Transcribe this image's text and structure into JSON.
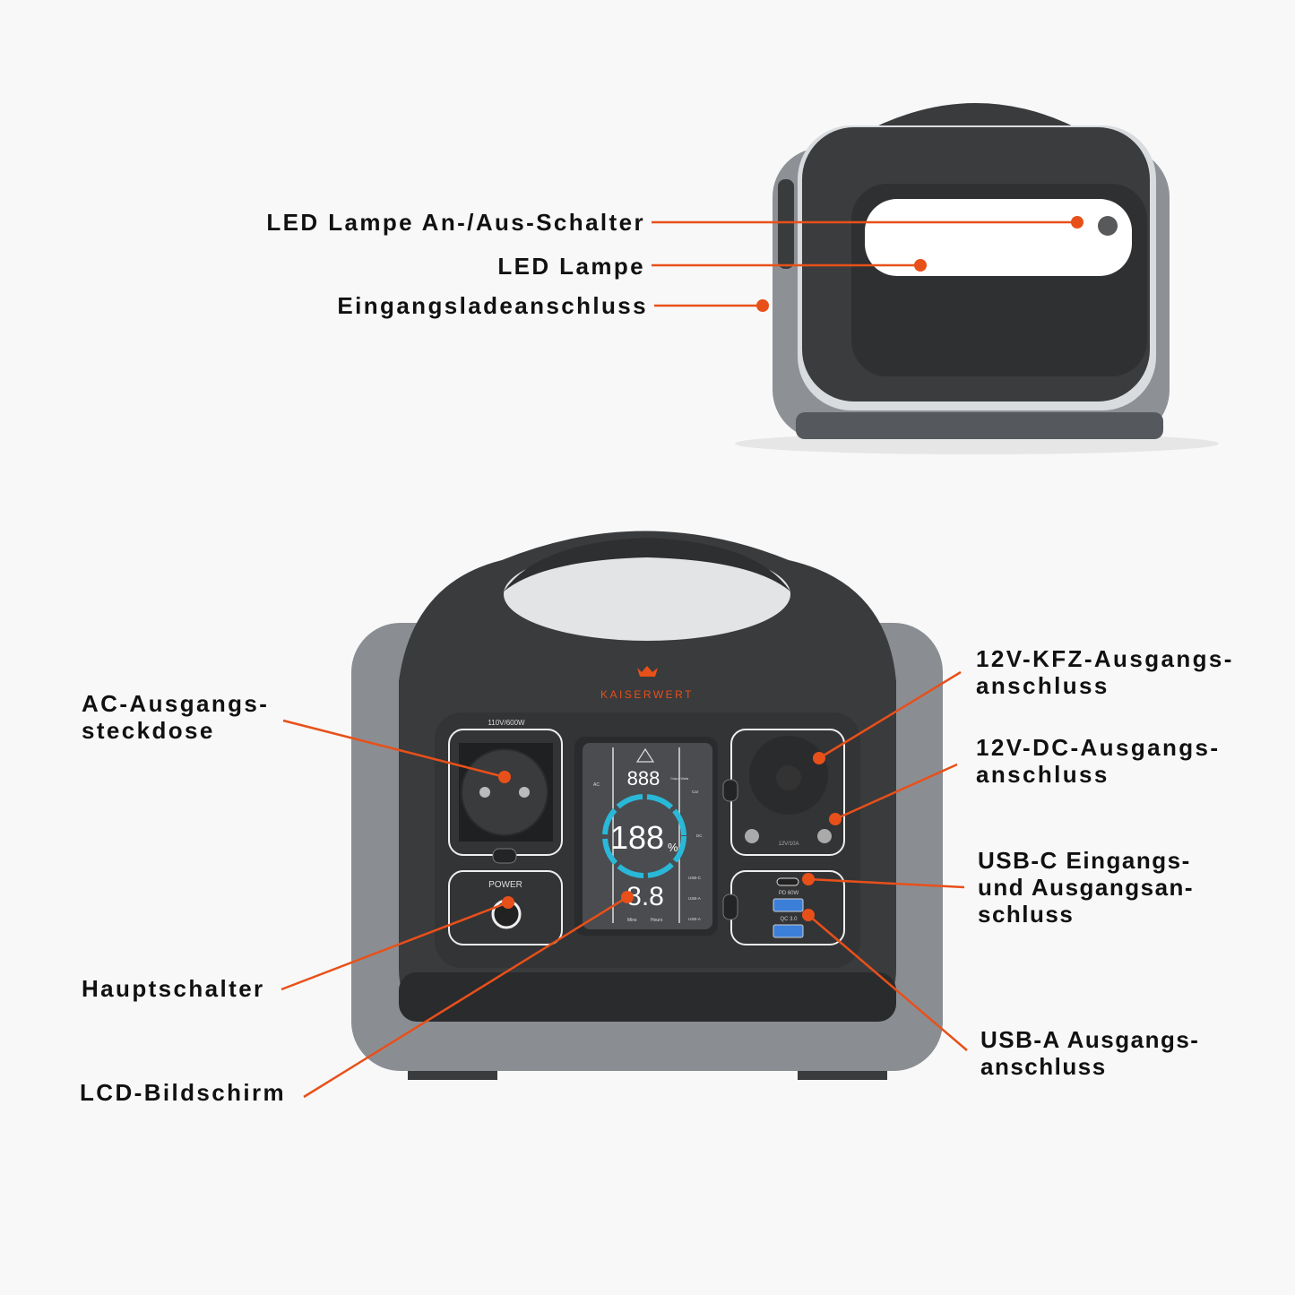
{
  "colors": {
    "accent": "#e8501a",
    "shell_dark": "#3a3b3d",
    "shell_grey": "#8a8e93",
    "lcd_ring": "#2ab8d8"
  },
  "labels": {
    "led_switch": "LED Lampe An-/Aus-Schalter",
    "led_lamp": "LED Lampe",
    "input_port": "Eingangsladeanschluss",
    "ac_outlet": [
      "AC-Ausgangs-",
      "steckdose"
    ],
    "main_switch": "Hauptschalter",
    "lcd": "LCD-Bildschirm",
    "car_port": [
      "12V-KFZ-Ausgangs-",
      "anschluss"
    ],
    "dc_port": [
      "12V-DC-Ausgangs-",
      "anschluss"
    ],
    "usb_c": [
      "USB-C Eingangs-",
      "und Ausgangsan-",
      "schluss"
    ],
    "usb_a": [
      "USB-A Ausgangs-",
      "anschluss"
    ]
  },
  "device": {
    "brand": "KAISERWERT",
    "ac_rating": "110V/600W",
    "power_label": "POWER",
    "dc_rating": "12V/10A",
    "pd_label": "PD 60W",
    "qc_label": "QC 3.0",
    "lcd": {
      "output_watts": "888",
      "output_unit": "Output Watts",
      "battery": "188",
      "percent": "%",
      "time": "8.8",
      "mins": "Mins",
      "hours": "Hours",
      "left_ac": "AC",
      "right_items": [
        "Car",
        "DC",
        "USB-C",
        "USB-A",
        "USB-A"
      ]
    }
  }
}
